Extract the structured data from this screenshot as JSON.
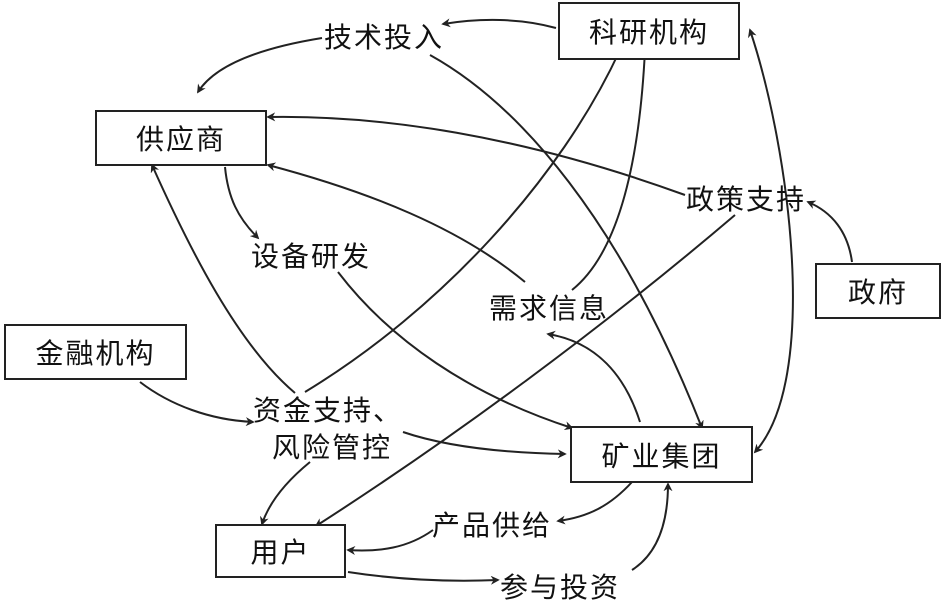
{
  "nodes": {
    "research": "科研机构",
    "supplier": "供应商",
    "finance": "金融机构",
    "government": "政府",
    "mining": "矿业集团",
    "user": "用户"
  },
  "labels": {
    "tech_input": "技术投入",
    "policy_support": "政策支持",
    "equipment_rd": "设备研发",
    "demand_info": "需求信息",
    "fund_support": "资金支持、",
    "risk_control": "风险管控",
    "product_supply": "产品供给",
    "investment": "参与投资"
  },
  "colors": {
    "stroke": "#222222",
    "text": "#111111",
    "background": "#ffffff"
  }
}
